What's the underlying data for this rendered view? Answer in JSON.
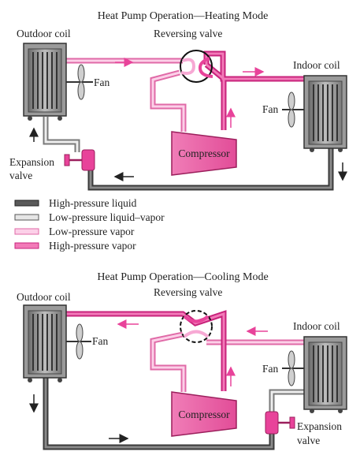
{
  "heating": {
    "title": "Heat Pump Operation—Heating Mode",
    "outdoor_coil": "Outdoor coil",
    "reversing_valve": "Reversing valve",
    "indoor_coil": "Indoor coil",
    "fan_outdoor": "Fan",
    "fan_indoor": "Fan",
    "compressor": "Compressor",
    "expansion_line1": "Expansion",
    "expansion_line2": "valve"
  },
  "legend": {
    "items": [
      {
        "label": "High-pressure liquid",
        "color": "#5a5a5a"
      },
      {
        "label": "Low-pressure liquid–vapor",
        "color": "#cfcfcf"
      },
      {
        "label": "Low-pressure vapor",
        "color": "#f7a9d4"
      },
      {
        "label": "High-pressure vapor",
        "color": "#e8439a"
      }
    ]
  },
  "cooling": {
    "title": "Heat Pump Operation—Cooling Mode",
    "outdoor_coil": "Outdoor coil",
    "reversing_valve": "Reversing valve",
    "indoor_coil": "Indoor coil",
    "fan_outdoor": "Fan",
    "fan_indoor": "Fan",
    "compressor": "Compressor",
    "expansion_line1": "Expansion",
    "expansion_line2": "valve"
  },
  "colors": {
    "high_pressure_liquid": "#5a5a5a",
    "low_pressure_liquid_vapor": "#cfcfcf",
    "low_pressure_vapor": "#f7a9d4",
    "high_pressure_vapor": "#e8439a",
    "compressor_fill": "#ee6aaa",
    "arrow_pink": "#e8439a"
  }
}
